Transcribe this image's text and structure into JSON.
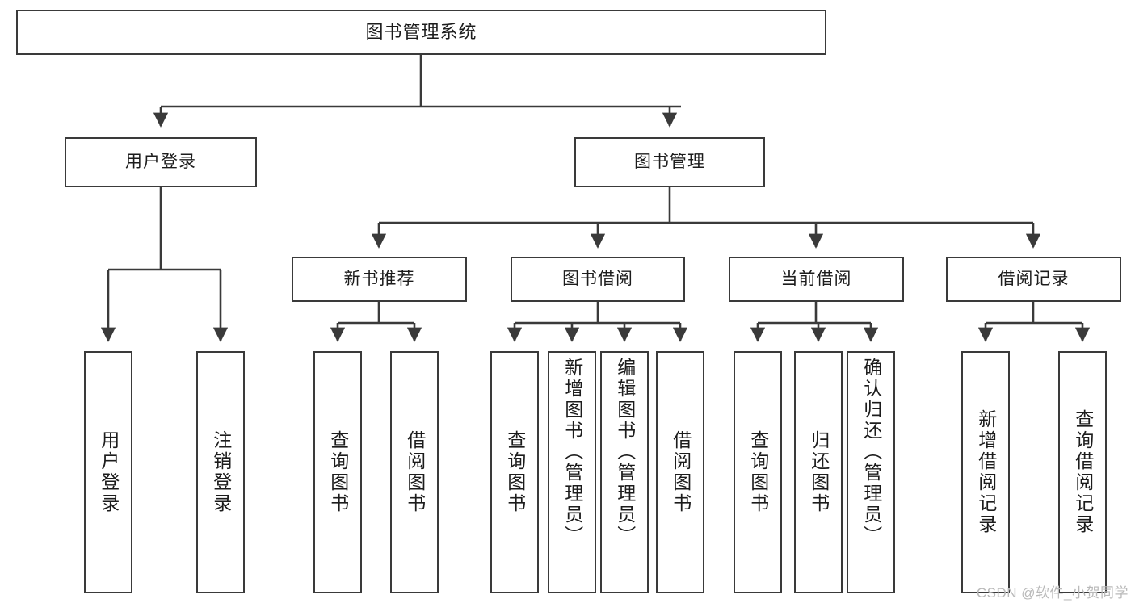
{
  "diagram": {
    "title": "图书管理系统",
    "type": "tree",
    "watermark": "CSDN @软件_小贺同学",
    "colors": {
      "box_border": "#3a3a3a",
      "box_fill": "#ffffff",
      "connector": "#3a3a3a",
      "text": "#1c1c1c",
      "watermark": "#b9b9b9"
    },
    "nodes": {
      "root": {
        "label": "图书管理系统"
      },
      "level2": [
        {
          "id": "user-login",
          "label": "用户登录"
        },
        {
          "id": "book-manage",
          "label": "图书管理"
        }
      ],
      "level3": [
        {
          "id": "new-book-recommend",
          "label": "新书推荐"
        },
        {
          "id": "book-borrow",
          "label": "图书借阅"
        },
        {
          "id": "current-borrow",
          "label": "当前借阅"
        },
        {
          "id": "borrow-record",
          "label": "借阅记录"
        }
      ],
      "leaves": [
        {
          "id": "leaf-user-login",
          "label": "用户登录",
          "parent": "user-login"
        },
        {
          "id": "leaf-logout-login",
          "label": "注销登录",
          "parent": "user-login"
        },
        {
          "id": "leaf-query-book-1",
          "label": "查询图书",
          "parent": "new-book-recommend"
        },
        {
          "id": "leaf-borrow-book-1",
          "label": "借阅图书",
          "parent": "new-book-recommend"
        },
        {
          "id": "leaf-query-book-2",
          "label": "查询图书",
          "parent": "book-borrow"
        },
        {
          "id": "leaf-add-book",
          "label": "新增图书（管理员）",
          "parent": "book-borrow"
        },
        {
          "id": "leaf-edit-book",
          "label": "编辑图书（管理员）",
          "parent": "book-borrow"
        },
        {
          "id": "leaf-borrow-book-2",
          "label": "借阅图书",
          "parent": "book-borrow"
        },
        {
          "id": "leaf-query-book-3",
          "label": "查询图书",
          "parent": "current-borrow"
        },
        {
          "id": "leaf-return-book",
          "label": "归还图书",
          "parent": "current-borrow"
        },
        {
          "id": "leaf-confirm-return",
          "label": "确认归还（管理员）",
          "parent": "current-borrow"
        },
        {
          "id": "leaf-add-record",
          "label": "新增借阅记录",
          "parent": "borrow-record"
        },
        {
          "id": "leaf-query-record",
          "label": "查询借阅记录",
          "parent": "borrow-record"
        }
      ]
    }
  }
}
